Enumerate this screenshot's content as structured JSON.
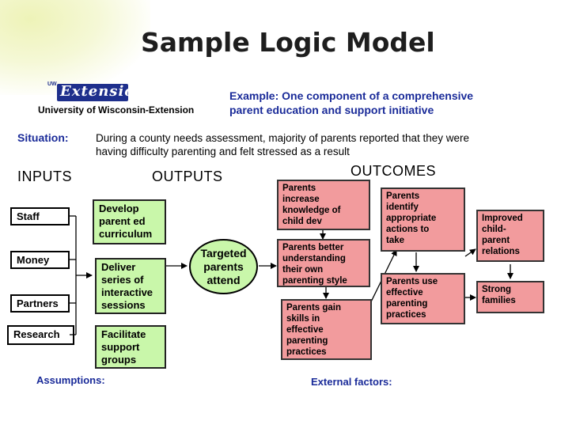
{
  "title": "Sample Logic Model",
  "logo": {
    "tag": "UW",
    "wordmark": "Extension",
    "org": "University of Wisconsin-Extension"
  },
  "example": [
    "Example: One component of a comprehensive",
    "parent education and support initiative"
  ],
  "situation": {
    "label": "Situation:",
    "text": [
      "During a county needs assessment, majority of parents reported that they were",
      "having difficulty parenting and felt stressed as a result"
    ]
  },
  "headings": {
    "inputs": "INPUTS",
    "outputs": "OUTPUTS",
    "outcomes": "OUTCOMES"
  },
  "inputs": [
    "Staff",
    "Money",
    "Partners",
    "Research"
  ],
  "outputs": [
    [
      "Develop",
      "parent ed",
      "curriculum"
    ],
    [
      "Deliver",
      "series of",
      "interactive",
      "sessions"
    ],
    [
      "Facilitate",
      "support",
      "groups"
    ]
  ],
  "target": [
    "Targeted",
    "parents",
    "attend"
  ],
  "outcomes": {
    "short": [
      [
        "Parents",
        "increase",
        "knowledge of",
        "child dev"
      ],
      [
        "Parents better",
        "understanding",
        "their own",
        "parenting style"
      ],
      [
        "Parents gain",
        "skills in",
        "effective",
        "parenting",
        "practices"
      ]
    ],
    "medium": [
      [
        "Parents",
        "identify",
        "appropriate",
        "actions to",
        "take"
      ],
      [
        "Parents use",
        "effective",
        "parenting",
        "practices"
      ]
    ],
    "long": [
      [
        "Improved",
        "child-",
        "parent",
        "relations"
      ],
      [
        "Strong",
        "families"
      ]
    ]
  },
  "footer": {
    "assumptions": "Assumptions:",
    "external": "External factors:"
  }
}
